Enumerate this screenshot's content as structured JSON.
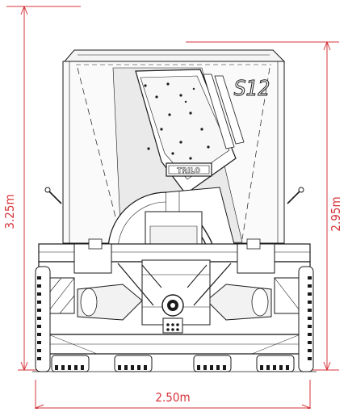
{
  "dimensions": {
    "overall_height": "3.25m",
    "body_height": "2.95m",
    "width": "2.50m"
  },
  "branding": {
    "model_mark": "S12",
    "logo_text": "TRILO"
  },
  "colors": {
    "dimension_line": "#d6343b",
    "drawing_line": "#1a1a1a",
    "background": "#ffffff"
  }
}
